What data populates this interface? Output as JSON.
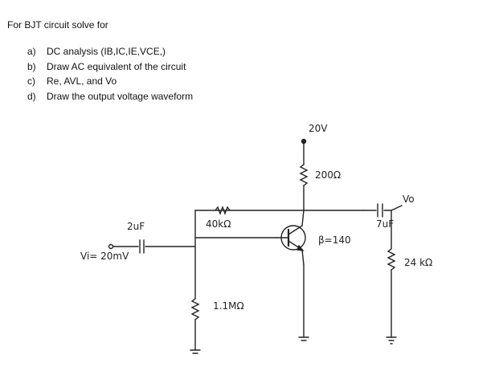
{
  "intro": "For BJT circuit solve for",
  "questions": [
    {
      "letter": "a)",
      "text": "DC analysis (IB,IC,IE,VCE,)"
    },
    {
      "letter": "b)",
      "text": "Draw AC equivalent of the circuit"
    },
    {
      "letter": "c)",
      "text": "Re, AVL, and Vo"
    },
    {
      "letter": "d)",
      "text": "Draw the output voltage waveform"
    }
  ],
  "circuit": {
    "supply": "20V",
    "collector_resistor": "200Ω",
    "base_resistor": "40kΩ",
    "input_capacitor": "2uF",
    "input_source": "Vi= 20mV",
    "output_capacitor": "7uF",
    "beta": "β=140",
    "output_label": "Vo",
    "load_resistor": "24 kΩ",
    "bias_resistor": "1.1MΩ"
  },
  "colors": {
    "ink": "#222222",
    "text": "#111111"
  }
}
